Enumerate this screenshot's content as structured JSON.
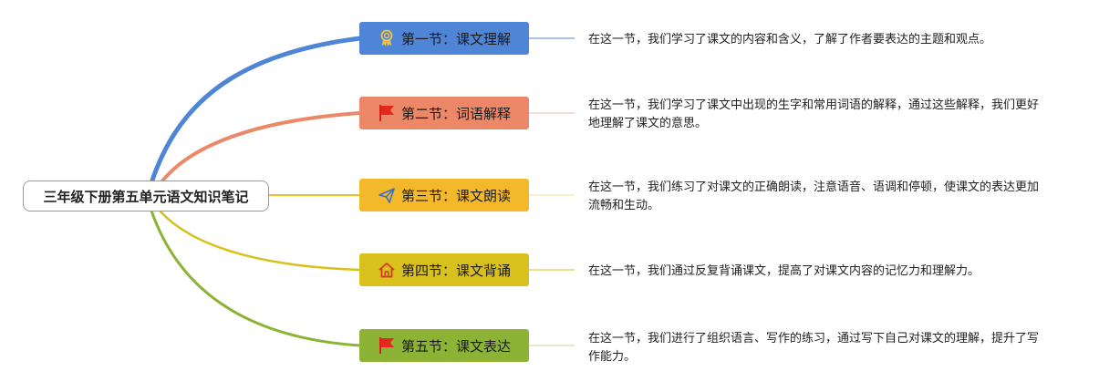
{
  "root": {
    "title": "三年级下册第五单元语文知识笔记"
  },
  "branches": [
    {
      "label": "第一节：课文理解",
      "icon": "award-ribbon-icon",
      "color": "#4f85d6",
      "note": "在这一节，我们学习了课文的内容和含义，了解了作者要表达的主题和观点。"
    },
    {
      "label": "第二节：词语解释",
      "icon": "red-flag-icon",
      "color": "#ec8867",
      "note": "在这一节，我们学习了课文中出现的生字和常用词语的解释，通过这些解释，我们更好地理解了课文的意思。"
    },
    {
      "label": "第三节：课文朗读",
      "icon": "paper-plane-icon",
      "color": "#f3b92b",
      "note": "在这一节，我们练习了对课文的正确朗读，注意语音、语调和停顿，使课文的表达更加流畅和生动。"
    },
    {
      "label": "第四节：课文背诵",
      "icon": "house-icon",
      "color": "#d9c11d",
      "note": "在这一节，我们通过反复背诵课文，提高了对课文内容的记忆力和理解力。"
    },
    {
      "label": "第五节：课文表达",
      "icon": "red-flag-icon",
      "color": "#8db336",
      "note": "在这一节，我们进行了组织语言、写作的练习，通过写下自己对课文的理解，提升了写作能力。"
    }
  ]
}
